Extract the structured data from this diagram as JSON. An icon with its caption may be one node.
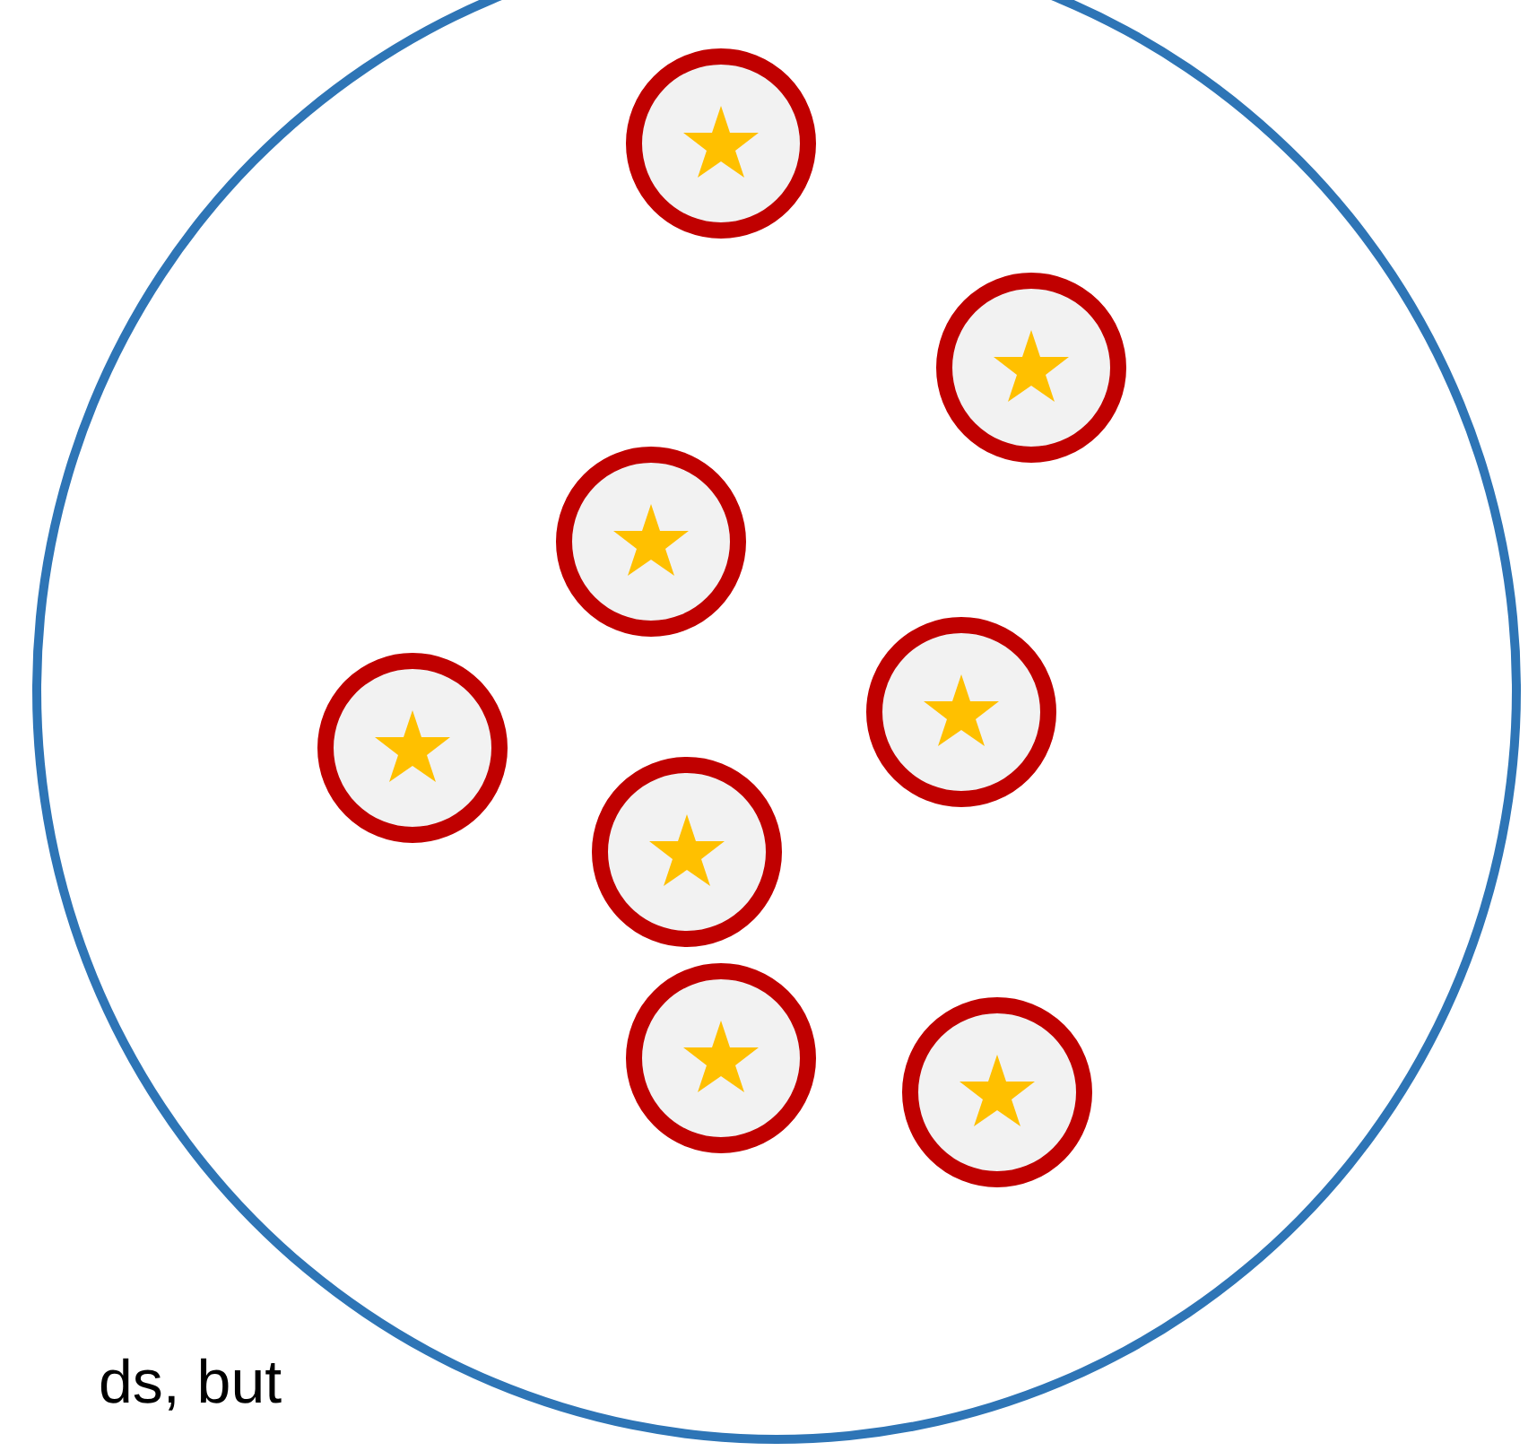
{
  "diagram": {
    "nodes": [
      {
        "text": [],
        "shape": "circle"
      },
      {
        "text": [],
        "shape": "circle",
        "in": 0
      },
      {
        "text": [],
        "shape": "circle",
        "in": 0
      },
      {
        "text": [],
        "shape": "circle",
        "in": 0
      },
      {
        "text": [],
        "shape": "circle",
        "in": 0
      },
      {
        "text": [],
        "shape": "circle",
        "in": 0
      },
      {
        "text": [],
        "shape": "circle",
        "in": 0
      },
      {
        "text": [],
        "shape": "circle",
        "in": 0
      },
      {
        "text": [],
        "shape": "circle",
        "in": 0
      }
    ],
    "labels": [
      "ds, but"
    ]
  }
}
